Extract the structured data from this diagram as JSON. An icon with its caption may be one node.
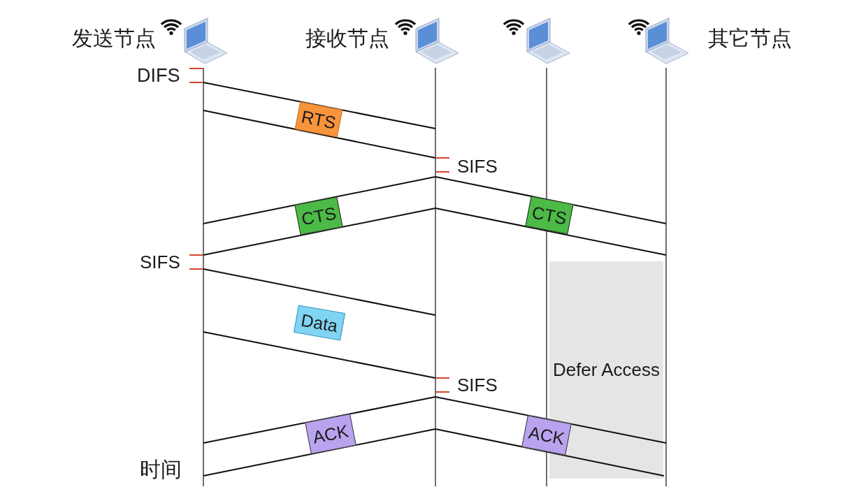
{
  "diagram": {
    "nodes": [
      {
        "text": [
          "发送节点"
        ]
      },
      {
        "text": [
          "接收节点"
        ]
      },
      {
        "text": [],
        "shape": "picture"
      },
      {
        "text": [
          "其它节点"
        ]
      },
      {
        "text": [
          "RTS"
        ]
      },
      {
        "text": [
          "CTS"
        ]
      },
      {
        "text": [
          "CTS"
        ]
      },
      {
        "text": [
          "Data"
        ]
      },
      {
        "text": [
          "Defer Access"
        ]
      },
      {
        "text": [
          "ACK"
        ]
      },
      {
        "text": [
          "ACK"
        ]
      }
    ],
    "labels": [
      "DIFS",
      "SIFS",
      "SIFS",
      "SIFS",
      "时间"
    ]
  }
}
